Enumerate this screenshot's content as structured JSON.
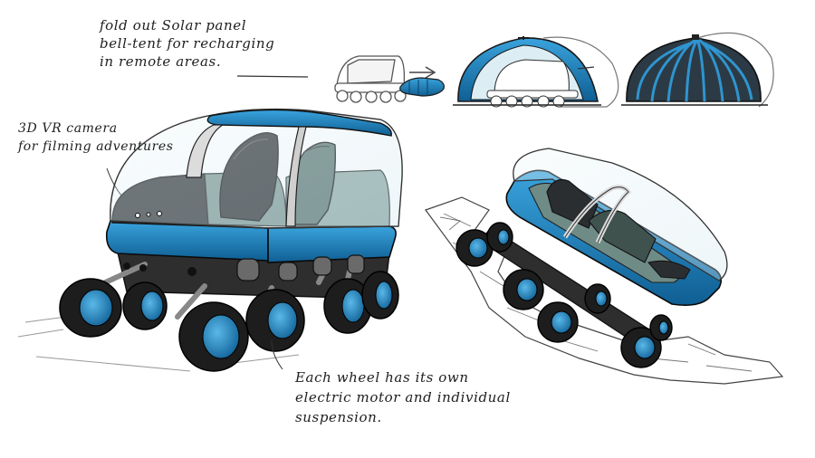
{
  "annotations": {
    "solar_panel": [
      "fold out Solar panel",
      "bell-tent for recharging",
      "in remote areas."
    ],
    "vr_camera": [
      "3D VR camera",
      "for filming adventures"
    ],
    "wheels": [
      "Each wheel has its own",
      "electric motor and individual",
      "suspension."
    ]
  },
  "colors": {
    "body_blue": "#1e86c6",
    "dark_blue": "#0f5f93",
    "hub_blue": "#2a9ad6",
    "tire": "#1d1d1d",
    "chassis": "#3a3a3a",
    "canopy": "#d8ecf2",
    "seat": "#2b2e31",
    "cabin": "#7a9590"
  }
}
